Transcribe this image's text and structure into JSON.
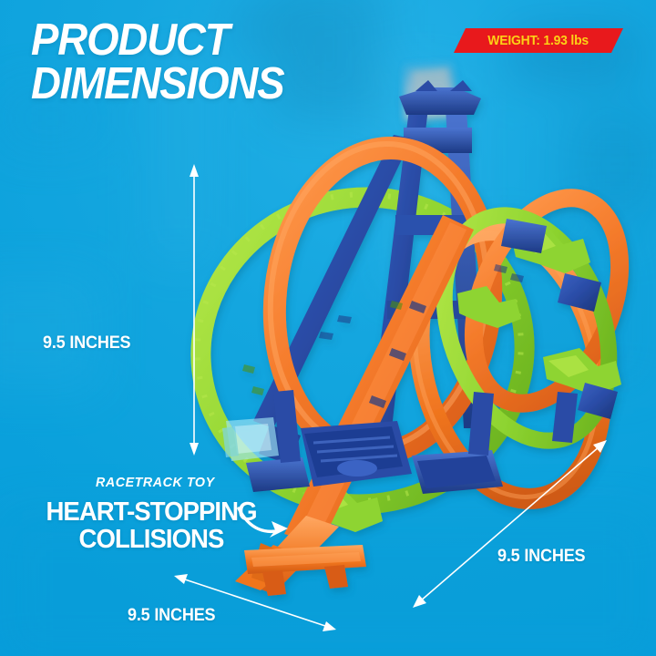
{
  "theme": {
    "background_blue": "#0ea3dd",
    "badge_red": "#e8191c",
    "badge_yellow": "#fcd116",
    "text_white": "#ffffff",
    "track_orange": "#f2752a",
    "track_green": "#8ed630",
    "track_blue": "#2a4ea8"
  },
  "header": {
    "title_line1": "PRODUCT",
    "title_line2": "DIMENSIONS"
  },
  "badge": {
    "label": "WEIGHT: 1.93 lbs"
  },
  "dimensions": {
    "height_label": "9.5 INCHES",
    "width_label": "9.5 INCHES",
    "depth_label": "9.5 INCHES"
  },
  "promo": {
    "kicker": "RACETRACK TOY",
    "tagline_line1": "HEART-STOPPING",
    "tagline_line2": "COLLISIONS"
  },
  "product": {
    "name": "racetrack-loop-playset"
  },
  "icons": {
    "arrow_vertical": "double-headed-vertical-arrow",
    "arrow_bottom_left": "double-headed-diagonal-arrow",
    "arrow_right": "double-headed-diagonal-arrow",
    "curved_arrow": "curved-pointer-arrow"
  }
}
